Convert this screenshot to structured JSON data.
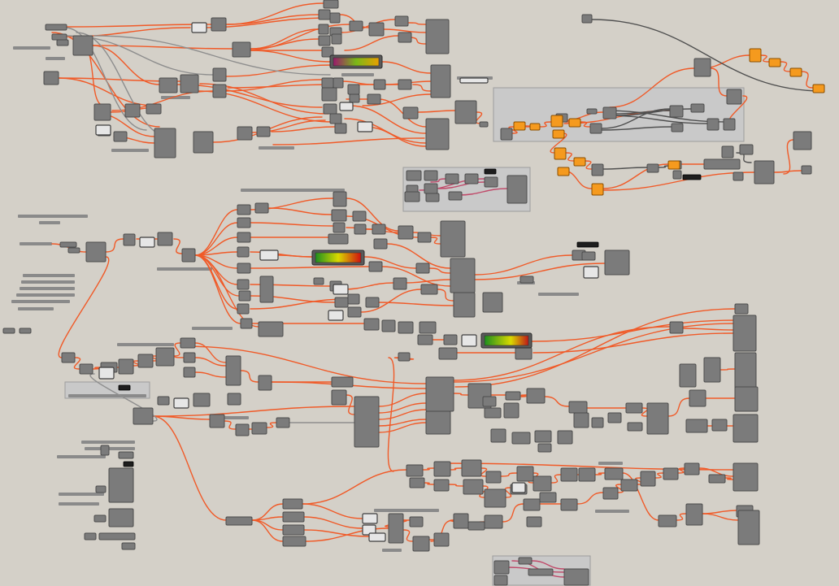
{
  "canvas": {
    "name": "node-graph-canvas",
    "background": "#d4d0c8"
  },
  "palette": {
    "node_fill": "#7b7b7b",
    "node_stroke": "#4d4d4d",
    "node_light_fill": "#e6e6e6",
    "node_selected_fill": "#f59a1e",
    "node_selected_stroke": "#8a4e00",
    "wire_active": "#f05a28",
    "wire_inactive": "#8e8e8e",
    "wire_dark": "#505050",
    "wire_selected": "#c04a6a",
    "group_fill": "#c9c9c9",
    "group_stroke": "#9d9d9d",
    "label_bar": "#8a8a8a",
    "gradient_stops": [
      "#1e8f1e",
      "#d9d900",
      "#d01010"
    ]
  },
  "components": {
    "regular_node_count": 180,
    "selected_node_count": 14,
    "panel_node_count": 16,
    "gradient_widget_count": 3,
    "group_count": 5
  },
  "icons": [
    "component-node-icon",
    "panel-node-icon",
    "gradient-slider-icon"
  ]
}
